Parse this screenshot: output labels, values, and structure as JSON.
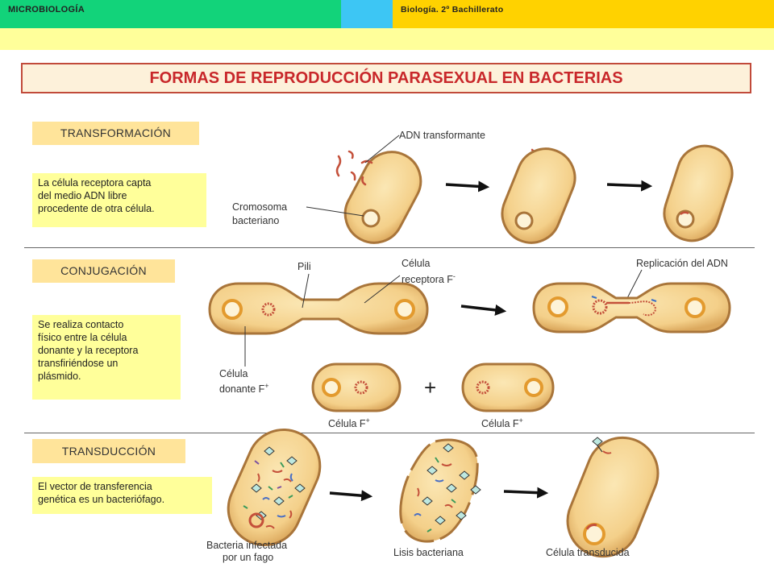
{
  "header": {
    "left": "MICROBIOLOGÍA",
    "right": "Biología. 2º Bachillerato"
  },
  "title": "FORMAS DE REPRODUCCIÓN PARASEXUAL EN BACTERIAS",
  "sections": [
    {
      "tag": "TRANSFORMACIÓN",
      "description": [
        "La célula receptora capta",
        "del medio ADN libre",
        "procedente de otra célula."
      ],
      "labels": {
        "adn": "ADN transformante",
        "cromosoma_1": "Cromosoma",
        "cromosoma_2": "bacteriano"
      }
    },
    {
      "tag": "CONJUGACIÓN",
      "description": [
        "Se realiza contacto",
        "físico entre la célula",
        "donante y la receptora",
        "transfiriéndose un",
        "plásmido."
      ],
      "labels": {
        "pili": "Pili",
        "receptora_1": "Célula",
        "receptora_2": "receptora F",
        "receptora_sup": "-",
        "replicacion": "Replicación del ADN",
        "donante_1": "Célula",
        "donante_2": "donante F",
        "donante_sup": "+",
        "celula_a": "Célula F",
        "celula_a_sup": "+",
        "celula_b": "Célula F",
        "celula_b_sup": "+",
        "plus": "+"
      }
    },
    {
      "tag": "TRANSDUCCIÓN",
      "description": [
        "El vector de transferencia",
        "genética es un bacteriófago."
      ],
      "labels": {
        "infectada_1": "Bacteria infectada",
        "infectada_2": "por un fago",
        "lisis": "Lisis bacteriana",
        "transducida": "Célula transducida"
      }
    }
  ]
}
